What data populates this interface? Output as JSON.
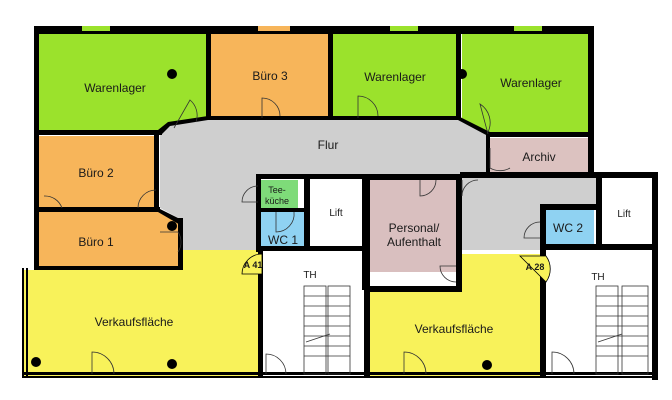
{
  "colors": {
    "storage": "#9be22c",
    "office": "#f7b55a",
    "corridor": "#cfcfcf",
    "archive": "#dcc2c0",
    "staff": "#d9bfbf",
    "kitchen": "#7edb79",
    "wc": "#8fd2f2",
    "sales": "#f8f25a",
    "lift": "#ffffff",
    "stairs": "#ffffff",
    "wall": "#000000"
  },
  "rooms": {
    "warenlager_1": "Warenlager",
    "buero_3": "Büro 3",
    "warenlager_2": "Warenlager",
    "warenlager_3": "Warenlager",
    "buero_2": "Büro 2",
    "buero_1": "Büro 1",
    "flur": "Flur",
    "archiv": "Archiv",
    "teekueche_1": "Tee-",
    "teekueche_2": "küche",
    "wc_1": "WC 1",
    "wc_2": "WC 2",
    "lift_1": "Lift",
    "lift_2": "Lift",
    "personal_1": "Personal/",
    "personal_2": "Aufenthalt",
    "verkauf_1": "Verkaufsfläche",
    "verkauf_2": "Verkaufsfläche",
    "th_1": "TH",
    "th_2": "TH"
  },
  "exits": {
    "a41": "A 41",
    "a28": "A 28"
  }
}
